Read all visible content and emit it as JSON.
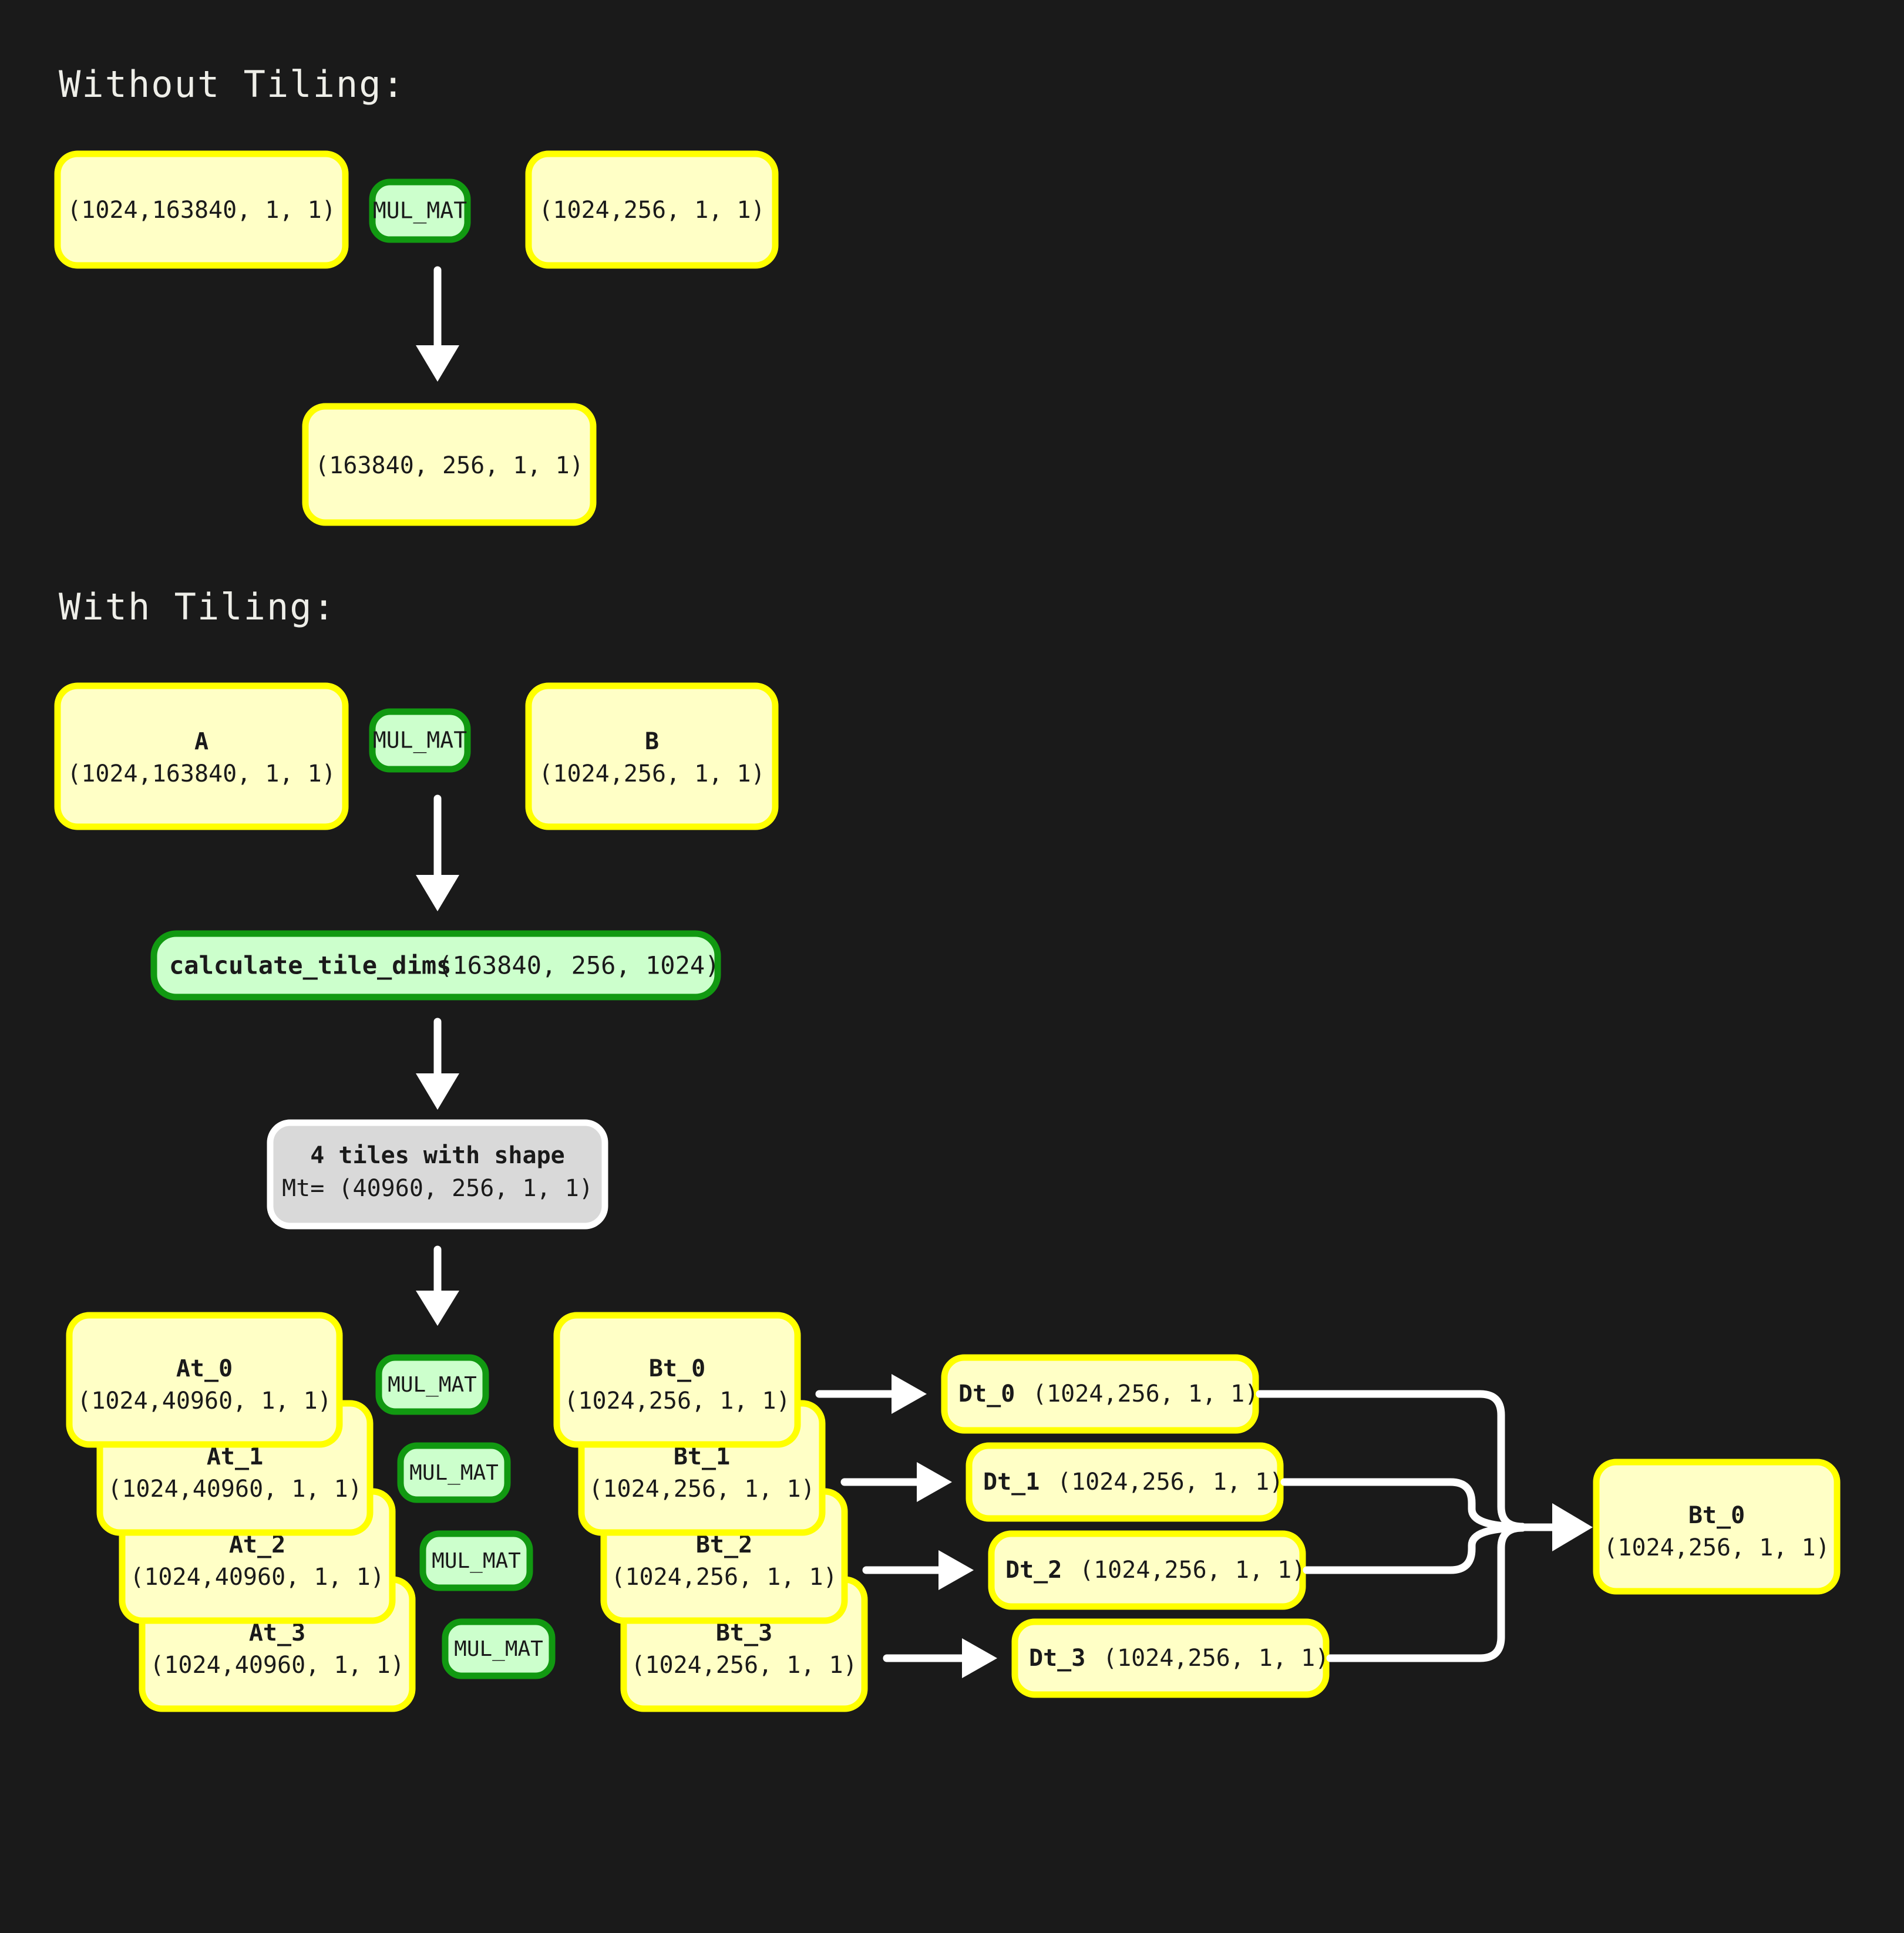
{
  "sections": {
    "without_tiling_title": "Without Tiling:",
    "with_tiling_title": "With Tiling:"
  },
  "without_tiling": {
    "input_a": "(1024,163840, 1, 1)",
    "op": "MUL_MAT",
    "input_b": "(1024,256, 1, 1)",
    "output": "(163840, 256, 1, 1)"
  },
  "with_tiling": {
    "input_a_name": "A",
    "input_a_shape": "(1024,163840, 1, 1)",
    "op": "MUL_MAT",
    "input_b_name": "B",
    "input_b_shape": "(1024,256, 1, 1)",
    "calc_fn": "calculate_tile_dims",
    "calc_args": "(163840, 256, 1024)",
    "tiles_line1": "4 tiles with shape",
    "tiles_line2": "Mt= (40960, 256, 1, 1)",
    "a_tiles": [
      {
        "name": "At_0",
        "shape": "(1024,40960, 1, 1)"
      },
      {
        "name": "At_1",
        "shape": "(1024,40960, 1, 1)"
      },
      {
        "name": "At_2",
        "shape": "(1024,40960, 1, 1)"
      },
      {
        "name": "At_3",
        "shape": "(1024,40960, 1, 1)"
      }
    ],
    "ops": [
      {
        "label": "MUL_MAT"
      },
      {
        "label": "MUL_MAT"
      },
      {
        "label": "MUL_MAT"
      },
      {
        "label": "MUL_MAT"
      }
    ],
    "b_tiles": [
      {
        "name": "Bt_0",
        "shape": "(1024,256, 1, 1)"
      },
      {
        "name": "Bt_1",
        "shape": "(1024,256, 1, 1)"
      },
      {
        "name": "Bt_2",
        "shape": "(1024,256, 1, 1)"
      },
      {
        "name": "Bt_3",
        "shape": "(1024,256, 1, 1)"
      }
    ],
    "d_tiles": [
      {
        "name": "Dt_0",
        "shape": "(1024,256, 1, 1)"
      },
      {
        "name": "Dt_1",
        "shape": "(1024,256, 1, 1)"
      },
      {
        "name": "Dt_2",
        "shape": "(1024,256, 1, 1)"
      },
      {
        "name": "Dt_3",
        "shape": "(1024,256, 1, 1)"
      }
    ],
    "final_name": "Bt_0",
    "final_shape": "(1024,256, 1, 1)"
  },
  "colors": {
    "background": "#1a1a1a",
    "tensor_fill": "#ffffc6",
    "tensor_border": "#ffff00",
    "op_fill": "#ccffcc",
    "op_border": "#119911",
    "info_fill": "#d9d9d9",
    "info_border": "#ffffff",
    "edge": "#ffffff",
    "title_text": "#eeeee8",
    "node_text": "#1a1a1a"
  }
}
